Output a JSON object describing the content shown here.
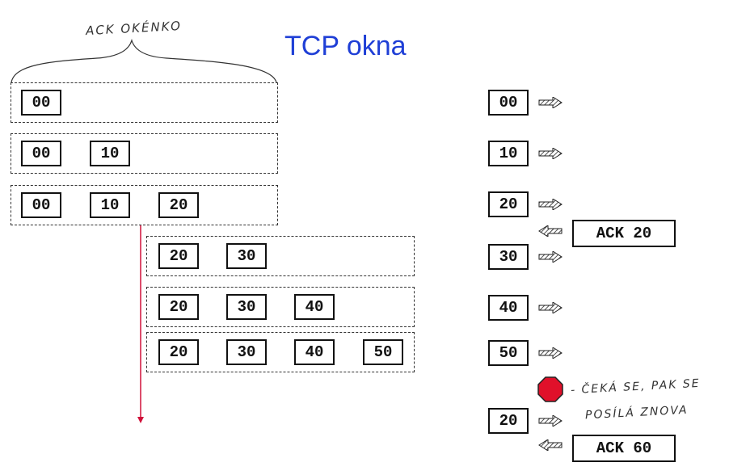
{
  "title": "TCP okna",
  "window_label": "ACK OKÉNKO",
  "windows": [
    {
      "segments": [
        "00"
      ]
    },
    {
      "segments": [
        "00",
        "10"
      ]
    },
    {
      "segments": [
        "00",
        "10",
        "20"
      ]
    },
    {
      "segments": [
        "20",
        "30"
      ]
    },
    {
      "segments": [
        "20",
        "30",
        "40"
      ]
    },
    {
      "segments": [
        "20",
        "30",
        "40",
        "50"
      ]
    }
  ],
  "sent_segments": [
    "00",
    "10",
    "20",
    "30",
    "40",
    "50",
    "20"
  ],
  "acks": [
    "ACK 20",
    "ACK 60"
  ],
  "note_line1": "- ČEKÁ SE, PAK SE",
  "note_line2": "POSÍLÁ ZNOVA",
  "colors": {
    "title": "#1f3fd6",
    "timeline": "#d0103a",
    "stop": "#e0102a"
  }
}
